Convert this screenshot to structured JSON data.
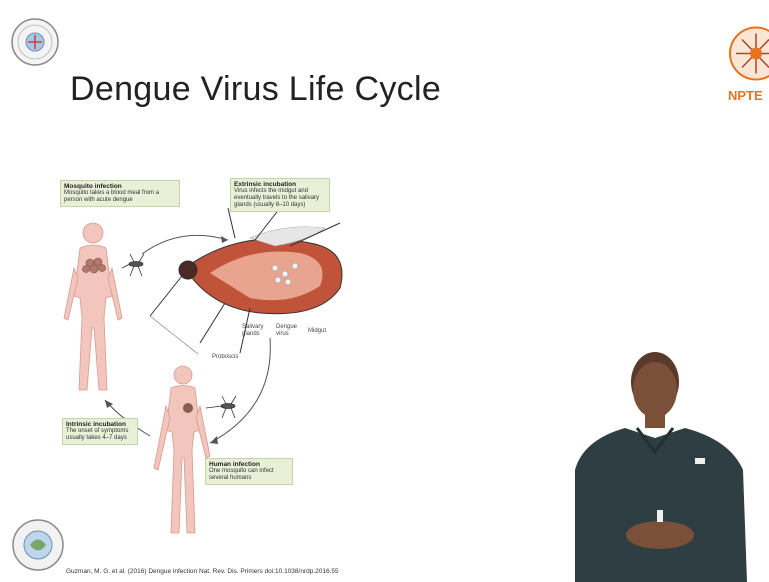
{
  "slide": {
    "title": "Dengue Virus Life Cycle",
    "nptel_label": "NPTE",
    "citation": "Guzman, M. G. et al. (2016) Dengue infection Nat. Rev. Dis. Primers doi:10.1038/nrdp.2016.55"
  },
  "diagram": {
    "mosquito_infection": {
      "heading": "Mosquito infection",
      "text": "Mosquito takes a blood meal from a person with acute dengue"
    },
    "extrinsic_incubation": {
      "heading": "Extrinsic incubation",
      "text": "Virus infects the midgut and eventually travels to the salivary glands (usually 8–10 days)"
    },
    "intrinsic_incubation": {
      "heading": "Intrinsic incubation",
      "text": "The onset of symptoms usually takes 4–7 days"
    },
    "human_infection": {
      "heading": "Human infection",
      "text": "One mosquito can infect several humans"
    },
    "labels": {
      "salivary_glands": "Salivary glands",
      "dengue_virus": "Dengue virus",
      "midgut": "Midgut",
      "proboscis": "Proboscis"
    }
  },
  "colors": {
    "box_bg": "#e8f0d8",
    "human_skin": "#f2c6bd",
    "mosquito_body": "#c0533a",
    "nptel_orange": "#e8731c"
  }
}
